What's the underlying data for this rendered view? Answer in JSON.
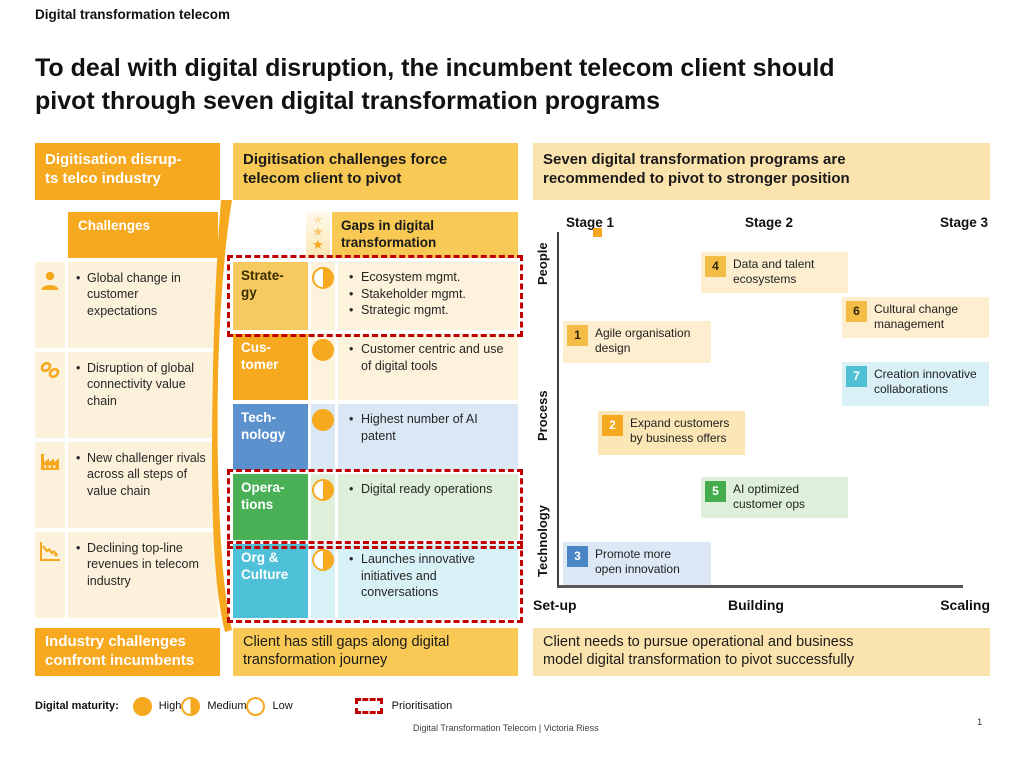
{
  "page": {
    "eyebrow": "Digital transformation telecom",
    "title": "To deal with digital disruption, the incumbent telecom client should\npivot through seven digital transformation programs",
    "credit": "Digital Transformation Telecom | Victoria Riess",
    "page_number": "1"
  },
  "colors": {
    "orange": "#F6A81E",
    "gold": "#F8C955",
    "cream": "#FBE3AE",
    "blue": "#5B92CE",
    "green": "#49B055",
    "teal": "#4EC0D8",
    "prioritisation_red": "#C00000"
  },
  "left": {
    "header": "Digitisation disrup-\nts telco industry",
    "challenges_label": "Challenges",
    "items": [
      {
        "icon": "person-icon",
        "text": "Global change in customer expectations"
      },
      {
        "icon": "chain-icon",
        "text": "Disruption of global connectivity value chain"
      },
      {
        "icon": "factory-icon",
        "text": "New challenger rivals across all steps of value chain"
      },
      {
        "icon": "declining-chart-icon",
        "text": "Declining top-line revenues in telecom industry"
      }
    ],
    "footer": "Industry challenges\nconfront incumbents"
  },
  "middle": {
    "header": "Digitisation challenges force\ntelecom client to pivot",
    "gaps_header": "Gaps in digital\ntransformation",
    "rows": [
      {
        "label": "Strate-\ngy",
        "maturity": "medium",
        "prioritised": true,
        "bullets": [
          "Ecosystem mgmt.",
          "Stakeholder mgmt.",
          "Strategic mgmt."
        ]
      },
      {
        "label": "Cus-\ntomer",
        "maturity": "high",
        "prioritised": false,
        "bullets": [
          "Customer centric and use of digital tools"
        ]
      },
      {
        "label": "Tech-\nnology",
        "maturity": "high",
        "prioritised": false,
        "bullets": [
          "Highest number of AI patent"
        ]
      },
      {
        "label": "Opera-\ntions",
        "maturity": "medium",
        "prioritised": true,
        "bullets": [
          "Digital ready operations"
        ]
      },
      {
        "label": "Org &\nCulture",
        "maturity": "medium",
        "prioritised": true,
        "bullets": [
          "Launches innovative initiatives and conversations"
        ]
      }
    ],
    "footer": "Client has still gaps along digital\ntransformation journey"
  },
  "right": {
    "header": "Seven digital transformation programs are\nrecommended to pivot to stronger position",
    "chart": {
      "stages": [
        "Stage 1",
        "Stage 2",
        "Stage 3"
      ],
      "layers": [
        "People",
        "Process",
        "Technology"
      ],
      "x_axis": [
        "Set-up",
        "Building",
        "Scaling"
      ],
      "programs": [
        {
          "number": "1",
          "label": "Agile organisation\ndesign",
          "stage": "Stage 1",
          "layer": "People",
          "x": "Set-up",
          "theme": "amber"
        },
        {
          "number": "2",
          "label": "Expand customers\nby business offers",
          "stage": "Stage 1",
          "layer": "Process",
          "x": "Set-up/Building",
          "theme": "orange"
        },
        {
          "number": "3",
          "label": "Promote more\nopen innovation",
          "stage": "Stage 1",
          "layer": "Technology",
          "x": "Set-up",
          "theme": "blue"
        },
        {
          "number": "4",
          "label": "Data and talent\necosystems",
          "stage": "Stage 2",
          "layer": "People",
          "x": "Building",
          "theme": "amber"
        },
        {
          "number": "5",
          "label": "AI optimized\ncustomer ops",
          "stage": "Stage 2",
          "layer": "Process/Technology",
          "x": "Building",
          "theme": "green"
        },
        {
          "number": "6",
          "label": "Cultural change\nmanagement",
          "stage": "Stage 3",
          "layer": "People",
          "x": "Scaling",
          "theme": "amber"
        },
        {
          "number": "7",
          "label": "Creation innovative\ncollaborations",
          "stage": "Stage 3",
          "layer": "Process",
          "x": "Scaling",
          "theme": "cyan"
        }
      ]
    },
    "footer": "Client needs to pursue operational and business\nmodel digital transformation to pivot successfully"
  },
  "legend": {
    "maturity_label": "Digital maturity:",
    "high": "High",
    "medium": "Medium",
    "low": "Low",
    "prioritisation": "Prioritisation"
  },
  "chart_data": {
    "type": "scatter",
    "title": "Seven digital transformation programs positioned by stage and layer",
    "x_categories": [
      "Set-up",
      "Building",
      "Scaling"
    ],
    "y_categories": [
      "Technology",
      "Process",
      "People"
    ],
    "points": [
      {
        "id": 1,
        "label": "Agile organisation design",
        "stage": 1,
        "layer": "People"
      },
      {
        "id": 2,
        "label": "Expand customers by business offers",
        "stage": 1,
        "layer": "Process"
      },
      {
        "id": 3,
        "label": "Promote more open innovation",
        "stage": 1,
        "layer": "Technology"
      },
      {
        "id": 4,
        "label": "Data and talent ecosystems",
        "stage": 2,
        "layer": "People"
      },
      {
        "id": 5,
        "label": "AI optimized customer ops",
        "stage": 2,
        "layer": "Process"
      },
      {
        "id": 6,
        "label": "Cultural change management",
        "stage": 3,
        "layer": "People"
      },
      {
        "id": 7,
        "label": "Creation innovative collaborations",
        "stage": 3,
        "layer": "Process"
      }
    ]
  }
}
